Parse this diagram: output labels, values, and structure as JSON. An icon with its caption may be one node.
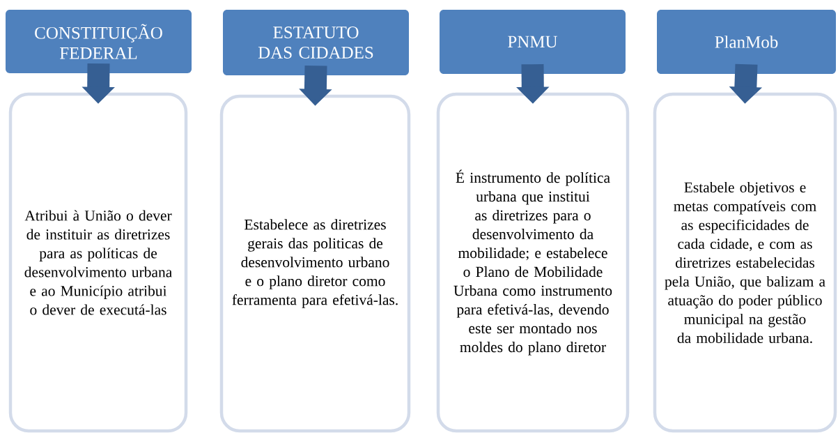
{
  "diagram": {
    "nodes": [
      {
        "text": [
          "CONSTITUIÇÃO FEDERAL"
        ]
      },
      {
        "text": [
          "ESTATUTO DAS CIDADES"
        ]
      },
      {
        "text": [
          "PNMU"
        ]
      },
      {
        "text": [
          "PlanMob"
        ]
      },
      {
        "text": [
          "Atribui à União o dever de instituir as diretrizes para as políticas de desenvolvimento urbana e ao Município atribui o dever de executá-las"
        ]
      },
      {
        "text": [
          "Estabelece as diretrizes gerais das politicas de desenvolvimento urbano e o plano diretor como ferramenta para efetivá-las."
        ]
      },
      {
        "text": [
          "É instrumento de política urbana que institui as diretrizes para o desenvolvimento da mobilidade; e estabelece o Plano de Mobilidade Urbana como instrumento para efetivá-las, devendo este ser montado nos moldes do plano diretor"
        ]
      },
      {
        "text": [
          "Estabele objetivos e metas compatíveis com as especificidades de cada cidade, e com as diretrizes estabelecidas pela União, que balizam a atuação do poder público municipal na gestão da mobilidade urbana."
        ]
      }
    ],
    "edges": [
      {
        "from": 0,
        "to": 4,
        "arrow": "to"
      },
      {
        "from": 1,
        "to": 5,
        "arrow": "to"
      },
      {
        "from": 2,
        "to": 6,
        "arrow": "to"
      },
      {
        "from": 3,
        "to": 7,
        "arrow": "to"
      }
    ]
  }
}
